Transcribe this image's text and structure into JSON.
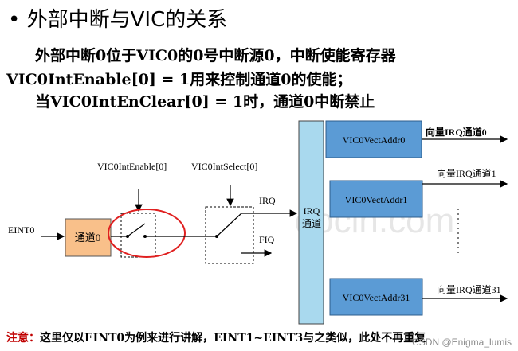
{
  "title": "外部中断与VIC的关系",
  "bullet": "•",
  "body": {
    "line1": "外部中断0位于VIC0的0号中断源0，中断使能寄存器",
    "line2": "VIC0IntEnable[0] = 1用来控制通道0的使能；",
    "line3": "当VIC0IntEnClear[0] = 1时，通道0中断禁止"
  },
  "diagram": {
    "input_label": "EINT0",
    "channel_box": "通道0",
    "enable_reg": "VIC0IntEnable[0]",
    "select_reg": "VIC0IntSelect[0]",
    "irq_label": "IRQ",
    "fiq_label": "FIQ",
    "irq_bus_line1": "IRQ",
    "irq_bus_line2": "通道",
    "vect_boxes": [
      "VIC0VectAddr0",
      "VIC0VectAddr1",
      "VIC0VectAddr31"
    ],
    "vect_outputs": [
      "向量IRQ通道0",
      "向量IRQ通道1",
      "向量IRQ通道31"
    ],
    "watermark_mid": "docin.com"
  },
  "note": {
    "label": "注意：",
    "text": "这里仅以EINT0为例来进行讲解，EINT1~EINT3与之类似，此处不再重复"
  },
  "watermark": "CSDN @Enigma_lumis",
  "colors": {
    "channel_fill": "#f9c08a",
    "bus_fill": "#a9d9ee",
    "vect_fill": "#5b9bd5",
    "highlight_ellipse": "#e02020",
    "note_label": "#c00000"
  }
}
